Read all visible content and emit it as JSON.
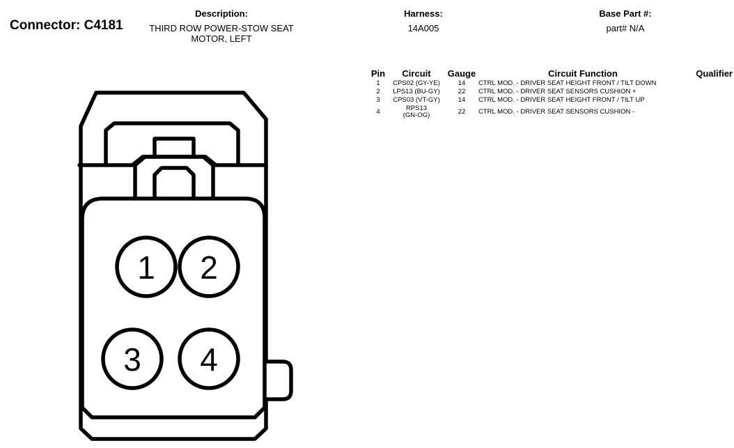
{
  "header": {
    "connector_title": "Connector: C4181",
    "description_label": "Description:",
    "description_value": "THIRD ROW POWER-STOW SEAT MOTOR, LEFT",
    "harness_label": "Harness:",
    "harness_value": "14A005",
    "base_part_label": "Base Part #:",
    "base_part_value": "part# N/A"
  },
  "table": {
    "columns": [
      "Pin",
      "Circuit",
      "Gauge",
      "Circuit Function",
      "Qualifier"
    ],
    "rows": [
      {
        "pin": "1",
        "circuit": "CPS02 (GY-YE)",
        "gauge": "14",
        "function": "CTRL MOD. - DRIVER SEAT HEIGHT FRONT / TILT DOWN",
        "qualifier": ""
      },
      {
        "pin": "2",
        "circuit": "LPS13 (BU-GY)",
        "gauge": "22",
        "function": "CTRL MOD. - DRIVER SEAT SENSORS CUSHION +",
        "qualifier": ""
      },
      {
        "pin": "3",
        "circuit": "CPS03 (VT-GY)",
        "gauge": "14",
        "function": "CTRL MOD. - DRIVER SEAT HEIGHT FRONT / TILT UP",
        "qualifier": ""
      },
      {
        "pin": "4",
        "circuit": "RPS13 (GN-OG)",
        "gauge": "22",
        "function": "CTRL MOD. - DRIVER SEAT SENSORS CUSHION -",
        "qualifier": ""
      }
    ]
  },
  "diagram": {
    "pins": [
      {
        "label": "1"
      },
      {
        "label": "2"
      },
      {
        "label": "3"
      },
      {
        "label": "4"
      }
    ]
  }
}
